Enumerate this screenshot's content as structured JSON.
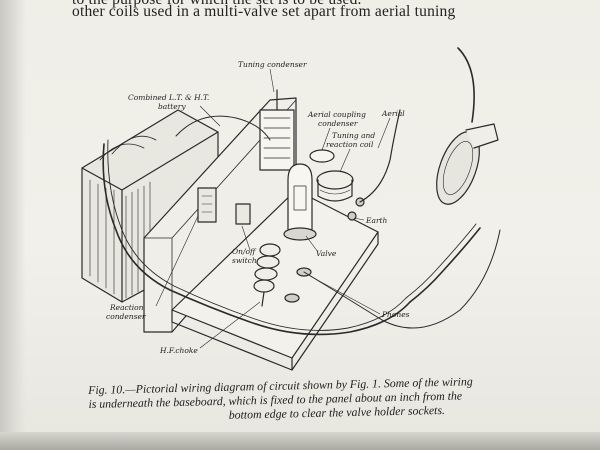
{
  "body_text": {
    "line1": "to the purpose for which the set is to be used.",
    "line2": "other coils used in a multi-valve set apart from aerial tuning"
  },
  "figure": {
    "labels": {
      "tuning_condenser": "Tuning condenser",
      "battery_line1": "Combined L.T. & H.T.",
      "battery_line2": "battery",
      "aerial_coupling_line1": "Aerial coupling",
      "aerial_coupling_line2": "condenser",
      "tuning_reaction_line1": "Tuning and",
      "tuning_reaction_line2": "reaction coil",
      "aerial": "Aerial",
      "earth": "Earth",
      "on_off_line1": "On/off",
      "on_off_line2": "switch",
      "valve": "Valve",
      "reaction_line1": "Reaction",
      "reaction_line2": "condenser",
      "phones": "Phones",
      "hf_choke": "H.F.choke"
    }
  },
  "caption": {
    "line1": "Fig. 10.—Pictorial wiring diagram of circuit shown by Fig. 1.   Some of the wiring",
    "line2": "is underneath the baseboard, which is fixed to the panel about an inch from the",
    "line3": "bottom edge to clear the valve holder sockets."
  }
}
